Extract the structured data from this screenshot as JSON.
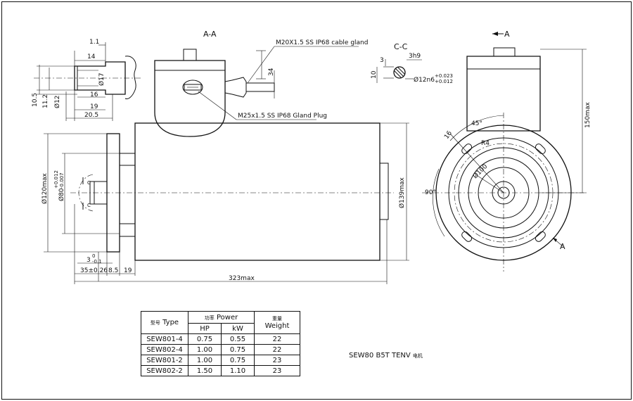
{
  "drawing": {
    "title": "SEW80 B5T TENV",
    "title_cjk": "电机",
    "section_aa": "A-A",
    "section_cc": "C-C",
    "view_arrow": "A",
    "arrow_label_bottom": "A",
    "callouts": {
      "cable_gland": "M20X1.5 SS IP68 cable gland",
      "gland_plug": "M25x1.5 SS IP68 Gland Plug"
    },
    "dims": {
      "d1_1": "1.1",
      "d14": "14",
      "d16": "16",
      "d19": "19",
      "d20_5": "20.5",
      "d10_5": "10.5",
      "d11_2": "11.2",
      "phi12": "Ø12",
      "phi17": "Ø17",
      "d34": "34",
      "d3": "3",
      "h3h9": "3h9",
      "d10": "10",
      "phi12n6": "Ø12n6",
      "tol_up": "+0.023",
      "tol_lo": "+0.012",
      "phi120max": "Ø120max",
      "phi80": "Ø80",
      "tol80_up": "+0.012",
      "tol80_lo": "-0.007",
      "phi139max": "Ø139max",
      "d3_0": "3",
      "tol3_up": "0",
      "tol3_lo": "-0.1",
      "d35": "35±0.26",
      "d8_5": "8.5",
      "d19b": "19",
      "d323": "323max",
      "d150": "150max",
      "ang45": "45°",
      "ang90": "90°",
      "d16r": "16",
      "r4": "R4",
      "phi100": "Ø100",
      "c_mark": "C"
    }
  },
  "table": {
    "type_cjk": "型号",
    "type_label": "Type",
    "power_cjk": "功率",
    "power_label": "Power",
    "weight_cjk": "重量",
    "weight_label": "Weight",
    "hp_label": "HP",
    "kw_label": "kW",
    "rows": [
      {
        "type": "SEW801-4",
        "hp": "0.75",
        "kw": "0.55",
        "weight": "22"
      },
      {
        "type": "SEW802-4",
        "hp": "1.00",
        "kw": "0.75",
        "weight": "22"
      },
      {
        "type": "SEW801-2",
        "hp": "1.00",
        "kw": "0.75",
        "weight": "23"
      },
      {
        "type": "SEW802-2",
        "hp": "1.50",
        "kw": "1.10",
        "weight": "23"
      }
    ]
  }
}
